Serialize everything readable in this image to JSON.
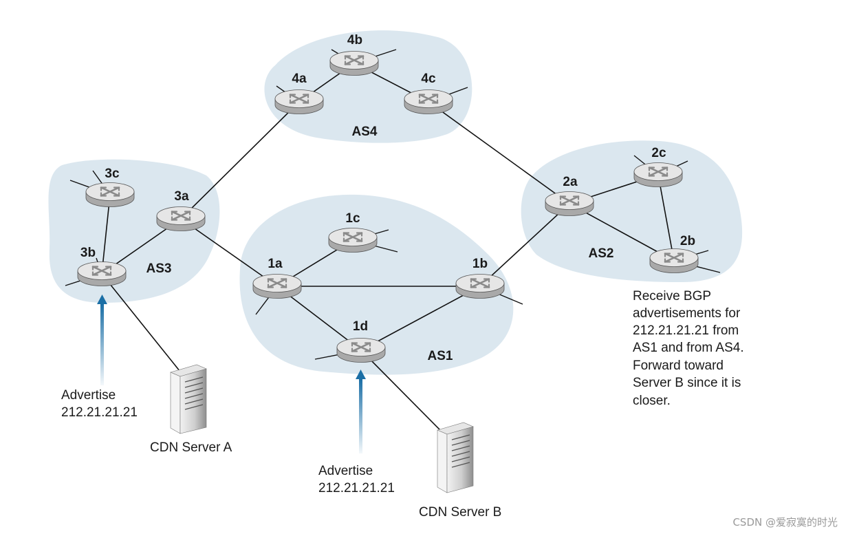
{
  "colors": {
    "cloud": "#dbe7ef",
    "router_top": "#e6e6e6",
    "router_side": "#a9a9a9",
    "arrow": "#1b6fa6",
    "text": "#1a1a1a"
  },
  "as_labels": {
    "as1": "AS1",
    "as2": "AS2",
    "as3": "AS3",
    "as4": "AS4"
  },
  "routers": {
    "r1a": "1a",
    "r1b": "1b",
    "r1c": "1c",
    "r1d": "1d",
    "r2a": "2a",
    "r2b": "2b",
    "r2c": "2c",
    "r3a": "3a",
    "r3b": "3b",
    "r3c": "3c",
    "r4a": "4a",
    "r4b": "4b",
    "r4c": "4c"
  },
  "servers": {
    "a": "CDN Server A",
    "b": "CDN Server B"
  },
  "advertise_a": {
    "line1": "Advertise",
    "line2": "212.21.21.21"
  },
  "advertise_b": {
    "line1": "Advertise",
    "line2": "212.21.21.21"
  },
  "note_as2": [
    "Receive BGP",
    "advertisements for",
    "212.21.21.21 from",
    "AS1 and from AS4.",
    "Forward toward",
    "Server B since it is",
    "closer."
  ],
  "watermark": "CSDN @爱寂寞的时光"
}
